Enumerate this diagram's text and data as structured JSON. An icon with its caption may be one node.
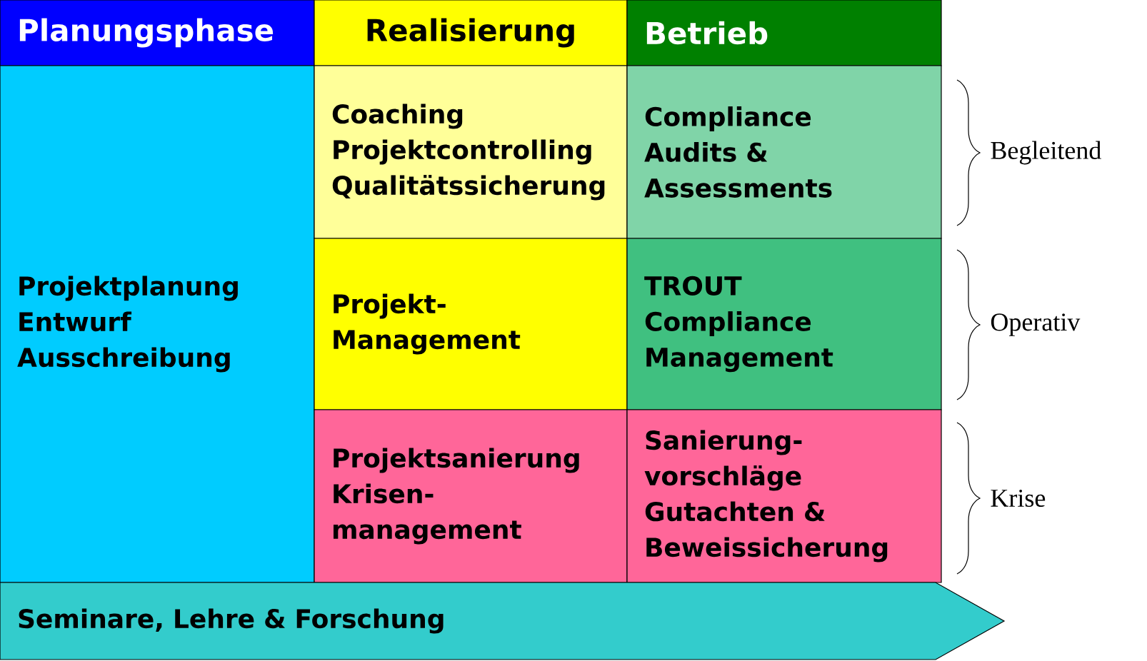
{
  "diagram": {
    "nodes": [
      {
        "text": [
          "Planungsphase"
        ]
      },
      {
        "text": [
          "Realisierung"
        ]
      },
      {
        "text": [
          "Betrieb"
        ]
      },
      {
        "text": [
          "Projektplanung",
          "Entwurf",
          "Ausschreibung"
        ]
      },
      {
        "text": [
          "Coaching",
          "Projektcontrolling",
          "Qualitätssicherung"
        ]
      },
      {
        "text": [
          "Compliance Audits & Assessments"
        ]
      },
      {
        "text": [
          "Projekt- Management"
        ]
      },
      {
        "text": [
          "TROUT Compliance Management"
        ]
      },
      {
        "text": [
          "Projektsanierung",
          "Krisen- management"
        ]
      },
      {
        "text": [
          "Sanierung- vorschläge",
          "Gutachten & Beweissicherung"
        ]
      },
      {
        "text": [
          "Seminare, Lehre & Forschung"
        ]
      }
    ],
    "labels": [
      "Begleitend",
      "Operativ",
      "Krise"
    ]
  }
}
